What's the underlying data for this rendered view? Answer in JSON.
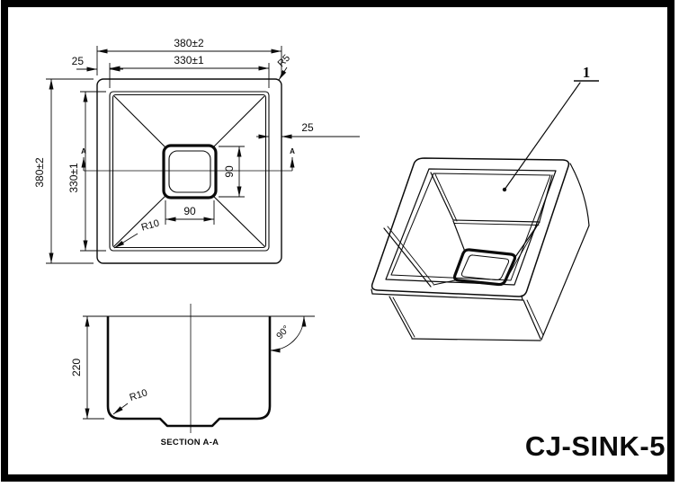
{
  "page": {
    "title": "CJ-SINK-5"
  },
  "plan_view": {
    "dim_outer_width": "380±2",
    "dim_inner_width": "330±1",
    "dim_rim_left": "25",
    "dim_rim_right": "25",
    "dim_outer_height": "380±2",
    "dim_inner_height": "330±1",
    "dim_drain_width": "90",
    "dim_drain_height": "90",
    "radius_outer_corner": "R5",
    "radius_bowl_corner": "R10",
    "section_marker": "A"
  },
  "section_view": {
    "label": "SECTION A-A",
    "dim_depth": "220",
    "radius_bottom": "R10",
    "angle_wall": "90°"
  },
  "iso_view": {
    "balloon": "1"
  },
  "colors": {
    "line": "#000000",
    "background": "#ffffff"
  }
}
